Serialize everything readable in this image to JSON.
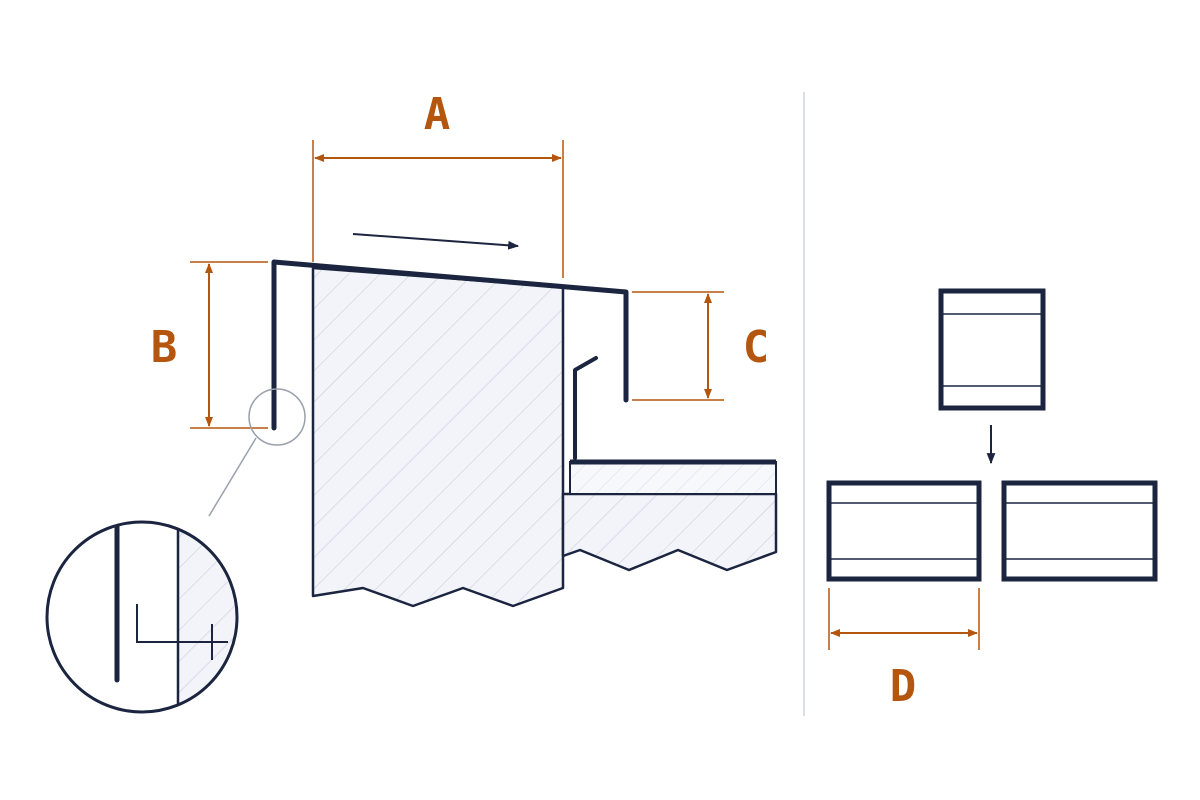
{
  "colors": {
    "outline": "#1c2540",
    "dimension": "#b5560f",
    "hatch_fill": "#f2f4f9",
    "hatch_line": "#c9cedb",
    "divider": "#dcdfe5"
  },
  "dimensions": {
    "a": "A",
    "b": "B",
    "c": "C",
    "d": "D"
  },
  "icons": {
    "slide_direction": "arrow-right-icon",
    "stack_direction": "arrow-down-icon"
  }
}
